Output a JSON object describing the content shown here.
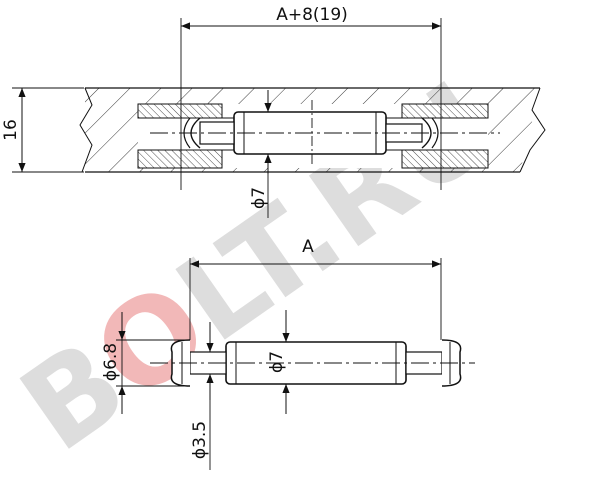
{
  "drawing": {
    "top_dimension": "A+8(19)",
    "side_dimension": "16",
    "section_diameter": "ϕ7",
    "length_dimension": "A",
    "head_diameter": "ϕ6.8",
    "body_diameter": "ϕ7",
    "neck_diameter": "ϕ3.5"
  },
  "watermark": {
    "text": "BOLT.RU",
    "colors": [
      "#e11c24",
      "#d9d9d9"
    ]
  }
}
